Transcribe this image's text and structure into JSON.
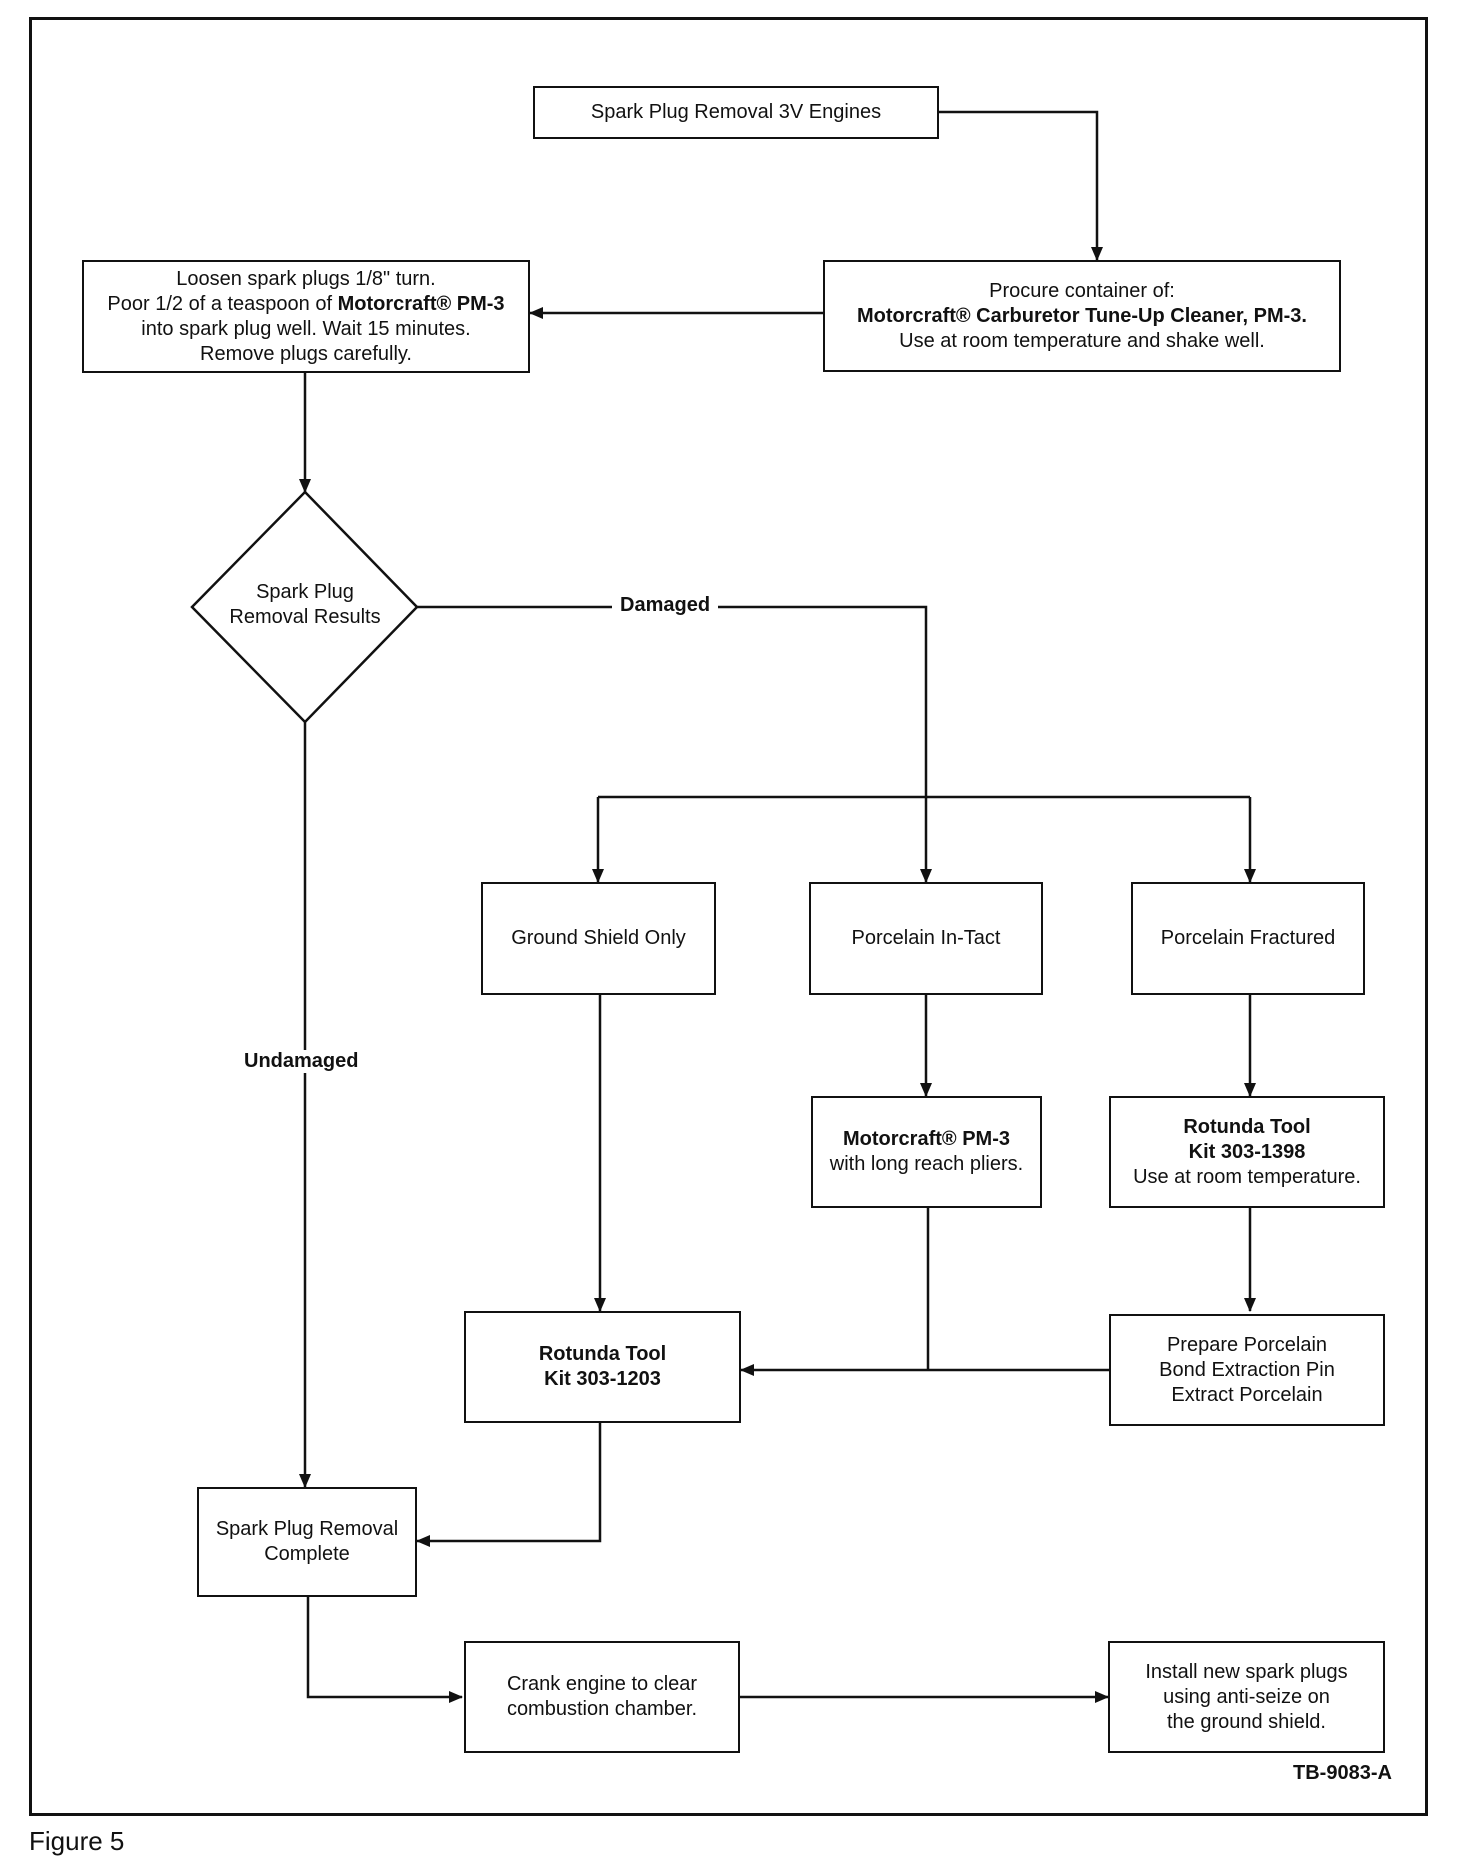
{
  "nodes": {
    "start": "Spark Plug Removal 3V Engines",
    "procure": {
      "line1": "Procure container of:",
      "line2_bold": "Motorcraft® Carburetor Tune-Up Cleaner, PM-3",
      "line2_end": ".",
      "line3": "Use at room temperature and shake well."
    },
    "loosen": {
      "line1": "Loosen spark plugs 1/8\" turn.",
      "line2_pre": "Poor 1/2 of a teaspoon of ",
      "line2_bold": "Motorcraft® PM-3",
      "line3": "into spark plug well. Wait 15 minutes.",
      "line4": "Remove plugs carefully."
    },
    "decision": {
      "line1": "Spark Plug",
      "line2": "Removal Results"
    },
    "ground_shield": "Ground Shield Only",
    "porcelain_intact": "Porcelain In-Tact",
    "porcelain_fractured": "Porcelain Fractured",
    "pm3_pliers": {
      "line1_bold": "Motorcraft® PM-3",
      "line2": "with long reach pliers."
    },
    "rotunda_1398": {
      "line1_bold": "Rotunda Tool",
      "line2_bold": "Kit 303-1398",
      "line3": "Use at room temperature."
    },
    "rotunda_1203": {
      "line1_bold": "Rotunda Tool",
      "line2_bold": "Kit 303-1203"
    },
    "prepare": {
      "line1": "Prepare Porcelain",
      "line2": "Bond Extraction Pin",
      "line3": "Extract Porcelain"
    },
    "complete": {
      "line1": "Spark Plug Removal",
      "line2": "Complete"
    },
    "crank": {
      "line1": "Crank engine to clear",
      "line2": "combustion chamber."
    },
    "install": {
      "line1": "Install new spark plugs",
      "line2": "using anti-seize on",
      "line3": "the ground shield."
    }
  },
  "edge_labels": {
    "damaged": "Damaged",
    "undamaged": "Undamaged"
  },
  "figure_code": "TB-9083-A",
  "caption": "Figure 5"
}
